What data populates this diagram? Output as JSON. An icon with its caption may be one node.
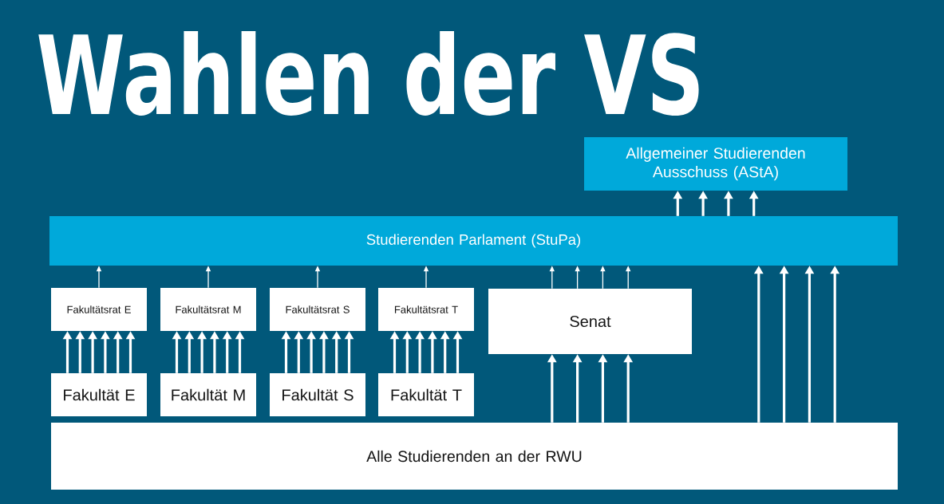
{
  "diagram": {
    "title": "Wahlen der VS",
    "nodes": [
      {
        "text": [
          "Allgemeiner Studierenden Ausschuss (AStA)"
        ]
      },
      {
        "text": [
          "Studierenden Parlament (StuPa)"
        ]
      },
      {
        "text": [
          "Fakultätsrat E"
        ]
      },
      {
        "text": [
          "Fakultätsrat M"
        ]
      },
      {
        "text": [
          "Fakultätsrat S"
        ]
      },
      {
        "text": [
          "Fakultätsrat T"
        ]
      },
      {
        "text": [
          "Senat"
        ]
      },
      {
        "text": [
          "Fakultät E"
        ]
      },
      {
        "text": [
          "Fakultät M"
        ]
      },
      {
        "text": [
          "Fakultät S"
        ]
      },
      {
        "text": [
          "Fakultät T"
        ]
      },
      {
        "text": [
          "Alle Studierenden an der RWU"
        ]
      }
    ],
    "edges": [
      {
        "from": 1,
        "to": 0,
        "arrow": "to"
      },
      {
        "from": 1,
        "to": 0,
        "arrow": "to"
      },
      {
        "from": 1,
        "to": 0,
        "arrow": "to"
      },
      {
        "from": 1,
        "to": 0,
        "arrow": "to"
      },
      {
        "from": 2,
        "to": 1,
        "arrow": "to"
      },
      {
        "from": 3,
        "to": 1,
        "arrow": "to"
      },
      {
        "from": 4,
        "to": 1,
        "arrow": "to"
      },
      {
        "from": 5,
        "to": 1,
        "arrow": "to"
      },
      {
        "from": 6,
        "to": 1,
        "arrow": "to"
      },
      {
        "from": 6,
        "to": 1,
        "arrow": "to"
      },
      {
        "from": 6,
        "to": 1,
        "arrow": "to"
      },
      {
        "from": 6,
        "to": 1,
        "arrow": "to"
      },
      {
        "from": 11,
        "to": 1,
        "arrow": "to"
      },
      {
        "from": 11,
        "to": 1,
        "arrow": "to"
      },
      {
        "from": 11,
        "to": 1,
        "arrow": "to"
      },
      {
        "from": 11,
        "to": 1,
        "arrow": "to"
      },
      {
        "from": 7,
        "to": 2,
        "arrow": "to"
      },
      {
        "from": 7,
        "to": 2,
        "arrow": "to"
      },
      {
        "from": 7,
        "to": 2,
        "arrow": "to"
      },
      {
        "from": 7,
        "to": 2,
        "arrow": "to"
      },
      {
        "from": 7,
        "to": 2,
        "arrow": "to"
      },
      {
        "from": 7,
        "to": 2,
        "arrow": "to"
      },
      {
        "from": 8,
        "to": 3,
        "arrow": "to"
      },
      {
        "from": 8,
        "to": 3,
        "arrow": "to"
      },
      {
        "from": 8,
        "to": 3,
        "arrow": "to"
      },
      {
        "from": 8,
        "to": 3,
        "arrow": "to"
      },
      {
        "from": 8,
        "to": 3,
        "arrow": "to"
      },
      {
        "from": 8,
        "to": 3,
        "arrow": "to"
      },
      {
        "from": 9,
        "to": 4,
        "arrow": "to"
      },
      {
        "from": 9,
        "to": 4,
        "arrow": "to"
      },
      {
        "from": 9,
        "to": 4,
        "arrow": "to"
      },
      {
        "from": 9,
        "to": 4,
        "arrow": "to"
      },
      {
        "from": 9,
        "to": 4,
        "arrow": "to"
      },
      {
        "from": 9,
        "to": 4,
        "arrow": "to"
      },
      {
        "from": 10,
        "to": 5,
        "arrow": "to"
      },
      {
        "from": 10,
        "to": 5,
        "arrow": "to"
      },
      {
        "from": 10,
        "to": 5,
        "arrow": "to"
      },
      {
        "from": 10,
        "to": 5,
        "arrow": "to"
      },
      {
        "from": 10,
        "to": 5,
        "arrow": "to"
      },
      {
        "from": 10,
        "to": 5,
        "arrow": "to"
      },
      {
        "from": 11,
        "to": 6,
        "arrow": "to"
      },
      {
        "from": 11,
        "to": 6,
        "arrow": "to"
      },
      {
        "from": 11,
        "to": 6,
        "arrow": "to"
      },
      {
        "from": 11,
        "to": 6,
        "arrow": "to"
      }
    ]
  }
}
